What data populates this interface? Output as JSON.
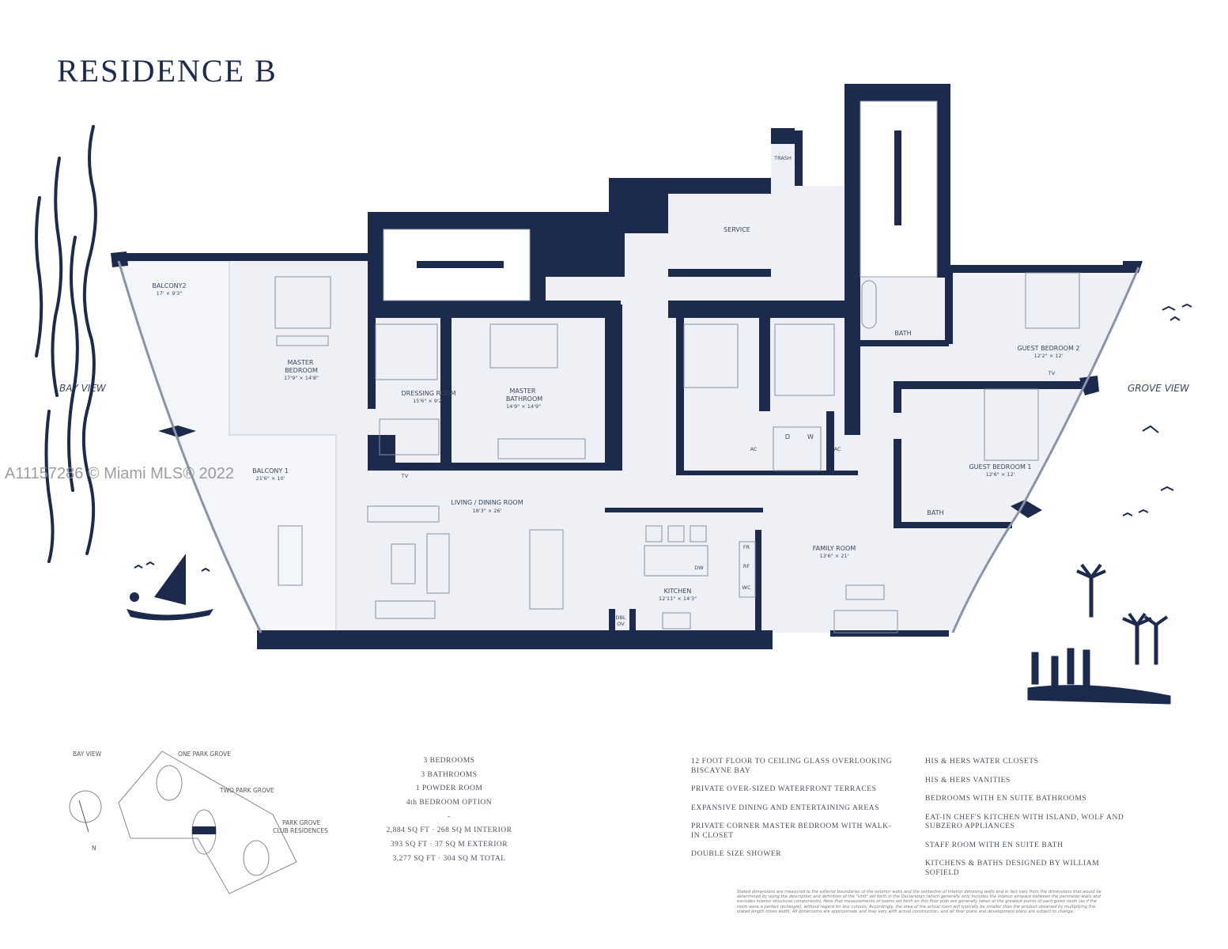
{
  "title": "RESIDENCE B",
  "watermark": "A11157286 © Miami MLS® 2022",
  "colors": {
    "wall": "#1c2a4d",
    "floor": "#eef0f5",
    "text": "#3a4560"
  },
  "views": {
    "left": "BAY VIEW",
    "right": "GROVE VIEW"
  },
  "rooms": [
    {
      "name": "BALCONY2",
      "dim": "17' × 9'3\""
    },
    {
      "name": "MASTER",
      "name2": "BEDROOM",
      "dim": "17'9\" × 14'8\""
    },
    {
      "name": "DRESSING ROOM",
      "dim": "15'6\" × 9'2\""
    },
    {
      "name": "MASTER",
      "name2": "BATHROOM",
      "dim": "14'9\" × 14'9\""
    },
    {
      "name": "BALCONY 1",
      "dim": "21'6\" × 10'"
    },
    {
      "name": "LIVING / DINING ROOM",
      "dim": "18'3\" × 26'"
    },
    {
      "name": "KITCHEN",
      "dim": "12'11\" × 14'3\""
    },
    {
      "name": "FAMILY ROOM",
      "dim": "13'6\" × 21'"
    },
    {
      "name": "GUEST BEDROOM 2",
      "dim": "12'2\" × 12'"
    },
    {
      "name": "GUEST BEDROOM 1",
      "dim": "12'6\" × 12'"
    },
    {
      "name": "SERVICE"
    },
    {
      "name": "BATH"
    },
    {
      "name": "BATH"
    },
    {
      "name": "TRASH"
    }
  ],
  "fixtures": {
    "tv": "TV",
    "ac": "AC",
    "d": "D",
    "w": "W",
    "fr": "FR",
    "rf": "RF",
    "dw": "DW",
    "wc": "WC",
    "dbl": "DBL",
    "ov": "OV"
  },
  "keyplan": {
    "bay_view": "BAY VIEW",
    "one": "ONE PARK GROVE",
    "two": "TWO PARK GROVE",
    "club1": "PARK GROVE",
    "club2": "CLUB RESIDENCES",
    "north": "N"
  },
  "stats": [
    "3 BEDROOMS",
    "3 BATHROOMS",
    "1 POWDER ROOM",
    "4th BEDROOM OPTION",
    "-",
    "2,884 SQ FT · 268 SQ M INTERIOR",
    "393 SQ FT · 37 SQ M EXTERIOR",
    "3,277 SQ FT · 304 SQ M TOTAL"
  ],
  "features_col1": [
    "12 FOOT FLOOR TO CEILING GLASS OVERLOOKING BISCAYNE BAY",
    "PRIVATE OVER-SIZED WATERFRONT TERRACES",
    "EXPANSIVE DINING AND ENTERTAINING AREAS",
    "PRIVATE CORNER MASTER BEDROOM WITH WALK-IN CLOSET",
    "DOUBLE SIZE SHOWER"
  ],
  "features_col2": [
    "HIS & HERS WATER CLOSETS",
    "HIS & HERS VANITIES",
    "BEDROOMS WITH EN SUITE BATHROOMS",
    "EAT-IN CHEF'S KITCHEN WITH ISLAND, WOLF AND SUBZERO APPLIANCES",
    "STAFF ROOM WITH EN SUITE BATH",
    "KITCHENS & BATHS DESIGNED BY WILLIAM SOFIELD"
  ],
  "disclaimer": "Stated dimensions are measured to the exterior boundaries of the exterior walls and the centerline of interior demising walls and in fact vary from the dimensions that would be determined by using the description and definition of the \"Unit\" set forth in the Declaration (which generally only includes the interior airspace between the perimeter walls and excludes interior structural components). Note that measurements of rooms set forth on this floor plan are generally taken at the greatest points of each given room (as if the room were a perfect rectangle), without regard for any cutouts. Accordingly, the area of the actual room will typically be smaller than the product obtained by multiplying the stated length times width. All dimensions are approximate and may vary with actual construction, and all floor plans and development plans are subject to change."
}
